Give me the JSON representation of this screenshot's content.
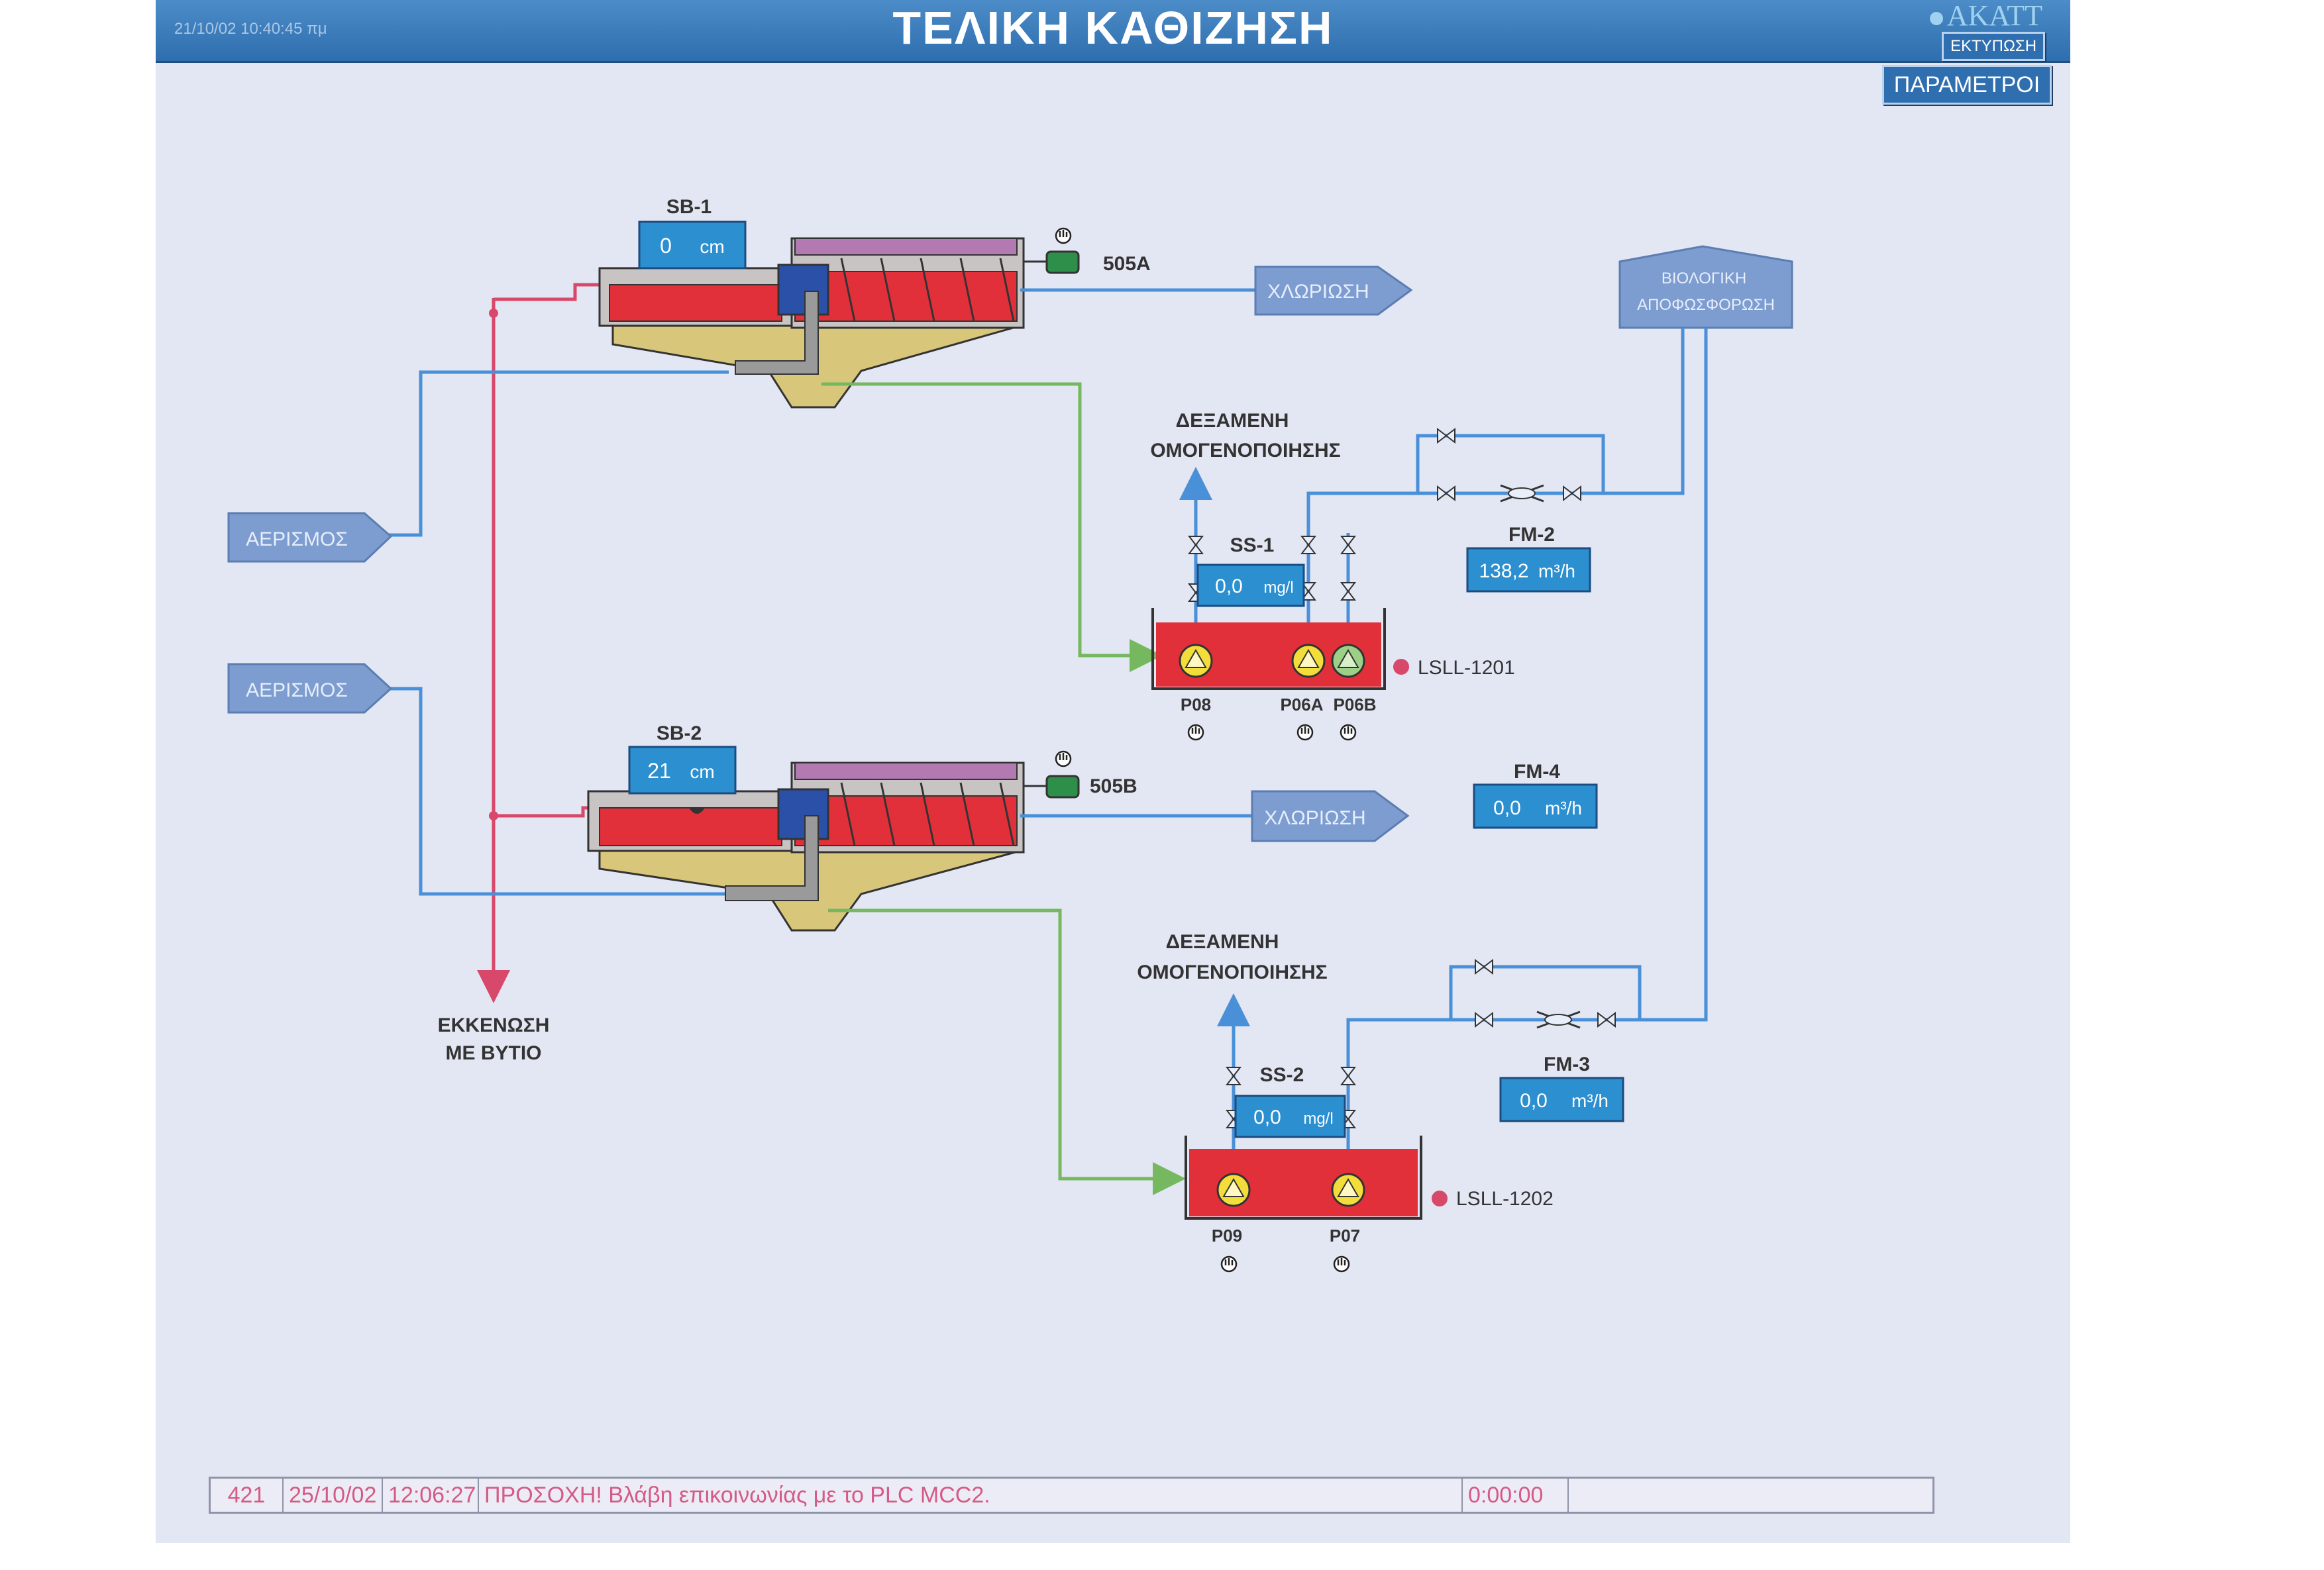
{
  "header": {
    "title": "ΤΕΛΙΚΗ ΚΑΘΙΖΗΣΗ",
    "datetime": "21/10/02 10:40:45 πμ",
    "logo": "AKATT",
    "print_label": "ΕΚΤΥΠΩΣΗ",
    "params_label": "ΠΑΡΑΜΕΤΡΟΙ"
  },
  "settlers": {
    "sb1": {
      "label": "SB-1",
      "value": "0",
      "unit": "cm",
      "motor": "505A"
    },
    "sb2": {
      "label": "SB-2",
      "value": "21",
      "unit": "cm",
      "motor": "505B"
    }
  },
  "flows": {
    "chlorination_1": "ΧΛΩΡΙΩΣΗ",
    "chlorination_2": "ΧΛΩΡΙΩΣΗ",
    "aeration_1": "ΑΕΡΙΣΜΟΣ",
    "aeration_2": "ΑΕΡΙΣΜΟΣ",
    "bio_dephos_line1": "ΒΙΟΛΟΓΙΚΗ",
    "bio_dephos_line2": "ΑΠΟΦΩΣΦΟΡΩΣΗ"
  },
  "labels": {
    "homog_line1": "ΔΕΞΑΜΕΝΗ",
    "homog_line2": "ΟΜΟΓΕΝΟΠΟΙΗΣΗΣ",
    "drain_line1": "ΕΚΚΕΝΩΣΗ",
    "drain_line2": "ΜΕ ΒΥΤΙΟ"
  },
  "sumps": {
    "ss1": {
      "label": "SS-1",
      "value": "0,0",
      "unit": "mg/l",
      "level_switch": "LSLL-1201"
    },
    "ss2": {
      "label": "SS-2",
      "value": "0,0",
      "unit": "mg/l",
      "level_switch": "LSLL-1202"
    }
  },
  "pumps": {
    "p08": "P08",
    "p06a": "P06A",
    "p06b": "P06B",
    "p09": "P09",
    "p07": "P07"
  },
  "flowmeters": {
    "fm2": {
      "label": "FM-2",
      "value": "138,2",
      "unit": "m³/h"
    },
    "fm3": {
      "label": "FM-3",
      "value": "0,0",
      "unit": "m³/h"
    },
    "fm4": {
      "label": "FM-4",
      "value": "0,0",
      "unit": "m³/h"
    }
  },
  "statusbar": {
    "id": "421",
    "date": "25/10/02",
    "time": "12:06:27",
    "message": "ΠΡΟΣΟΧΗ! Βλάβη επικοινωνίας με το PLC MCC2.",
    "duration": "0:00:00"
  },
  "colors": {
    "water_pipe": "#4a90d8",
    "sludge_pipe": "#d8486a",
    "return_pipe": "#76b860",
    "tank_fill": "#e2303a",
    "value_box": "#2b8fd0",
    "pump_yellow": "#f2dd3a",
    "pump_green": "#9bd086",
    "status_text": "#d55a86"
  }
}
